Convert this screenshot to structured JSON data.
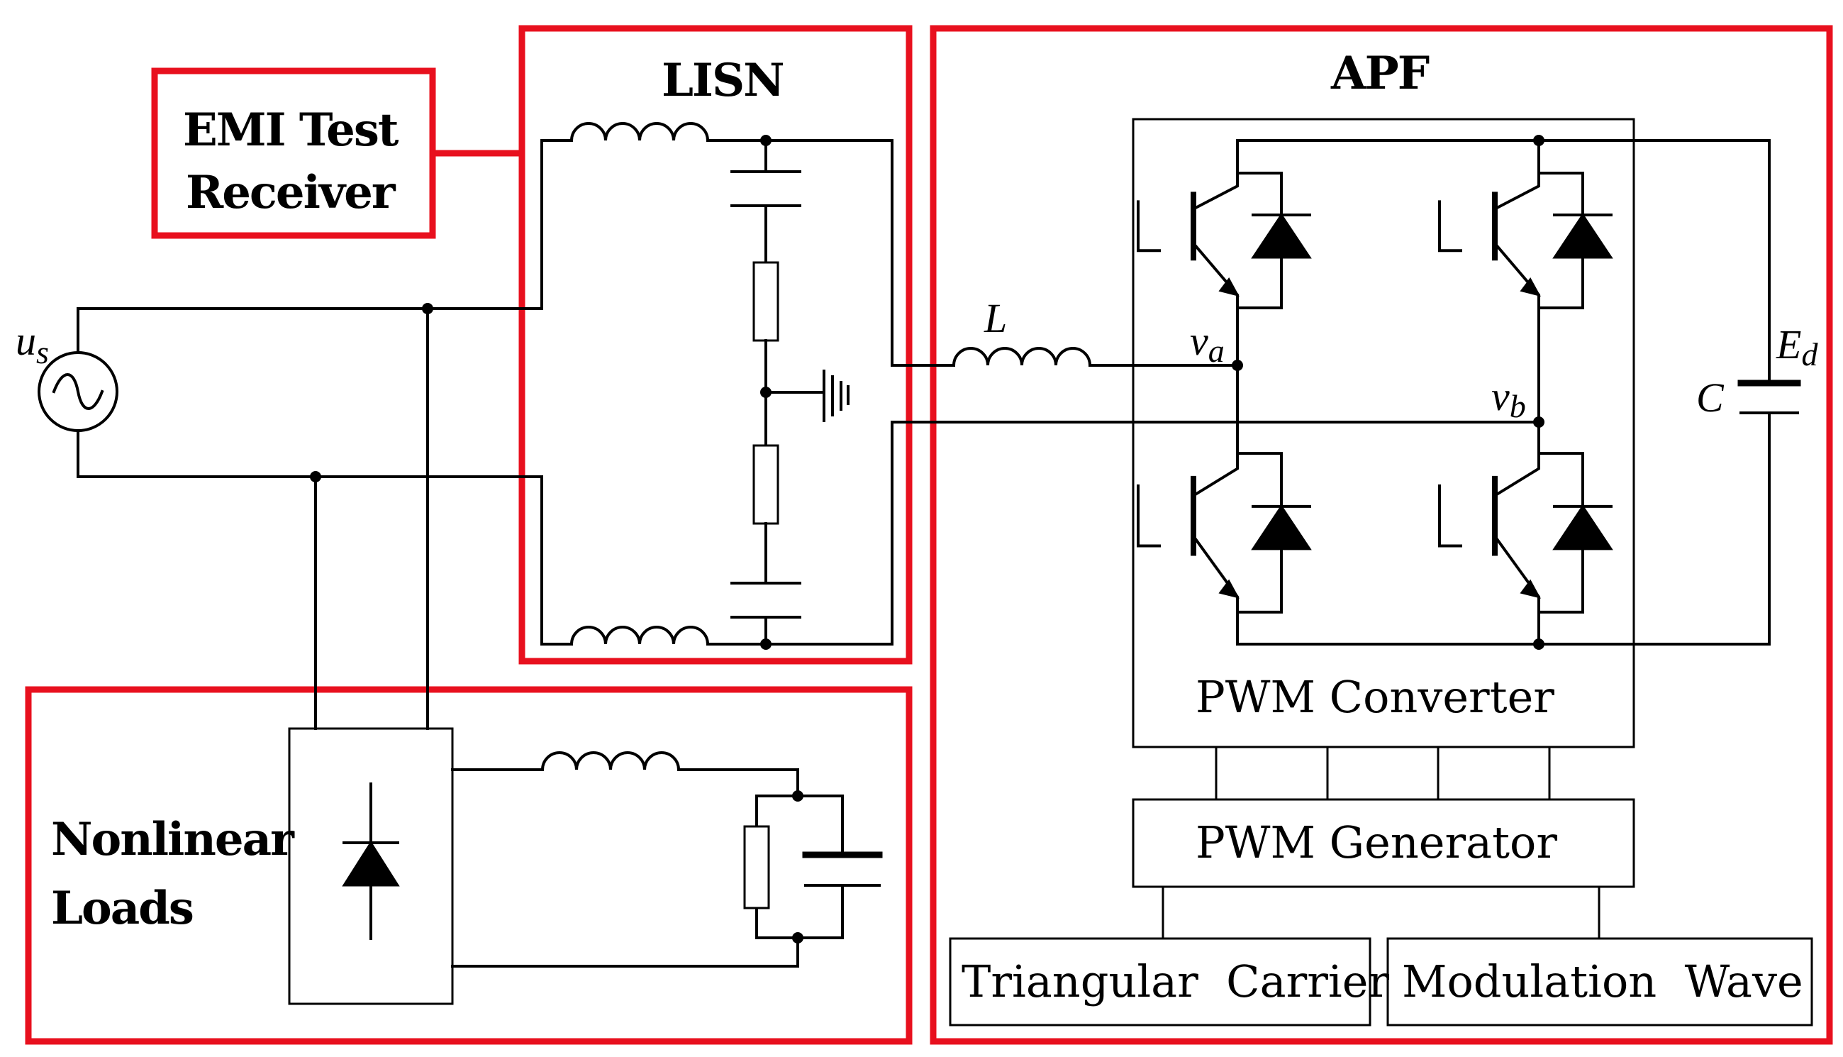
{
  "labels": {
    "emi_line1": "EMI Test",
    "emi_line2": "Receiver",
    "lisn": "LISN",
    "apf": "APF",
    "loads_line1": "Nonlinear",
    "loads_line2": "Loads",
    "pwm_converter": "PWM Converter",
    "pwm_generator": "PWM Generator",
    "triangular_carrier": "Triangular  Carrier",
    "modulation_wave": "Modulation  Wave"
  },
  "symbols": {
    "us_base": "u",
    "us_sub": "s",
    "L": "L",
    "va_base": "v",
    "va_sub": "a",
    "vb_base": "v",
    "vb_sub": "b",
    "C": "C",
    "Ed_base": "E",
    "Ed_sub": "d"
  },
  "colors": {
    "highlight_box": "#e8101e",
    "wire": "#000000",
    "background": "#ffffff"
  }
}
